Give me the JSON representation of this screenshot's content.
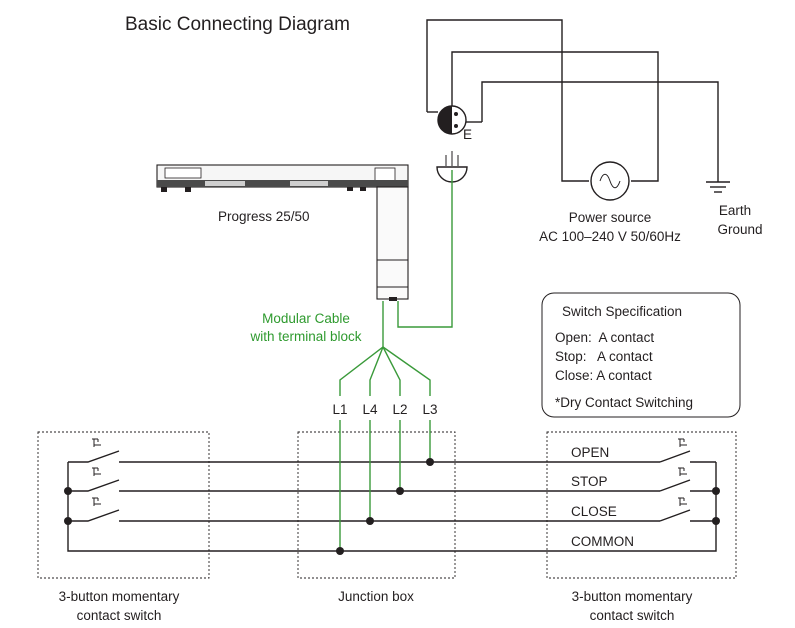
{
  "title": "Basic Connecting Diagram",
  "plug_label": "E",
  "motor_label": "Progress 25/50",
  "power_source": {
    "line1": "Power source",
    "line2": "AC 100–240 V 50/60Hz"
  },
  "earth": {
    "line1": "Earth",
    "line2": "Ground"
  },
  "cable": {
    "line1": "Modular Cable",
    "line2": "with terminal block"
  },
  "terminals": [
    "L1",
    "L4",
    "L2",
    "L3"
  ],
  "spec": {
    "title": "Switch Specification",
    "rows": [
      "Open:  A contact",
      "Stop:   A contact",
      "Close: A contact"
    ],
    "note": "*Dry Contact Switching"
  },
  "bus": [
    "OPEN",
    "STOP",
    "CLOSE",
    "COMMON"
  ],
  "left_switch": {
    "line1": "3-button momentary",
    "line2": "contact switch"
  },
  "junction": "Junction box",
  "right_switch": {
    "line1": "3-button momentary",
    "line2": "contact switch"
  },
  "colors": {
    "wire": "#231f20",
    "cable": "#3a9a3a"
  }
}
